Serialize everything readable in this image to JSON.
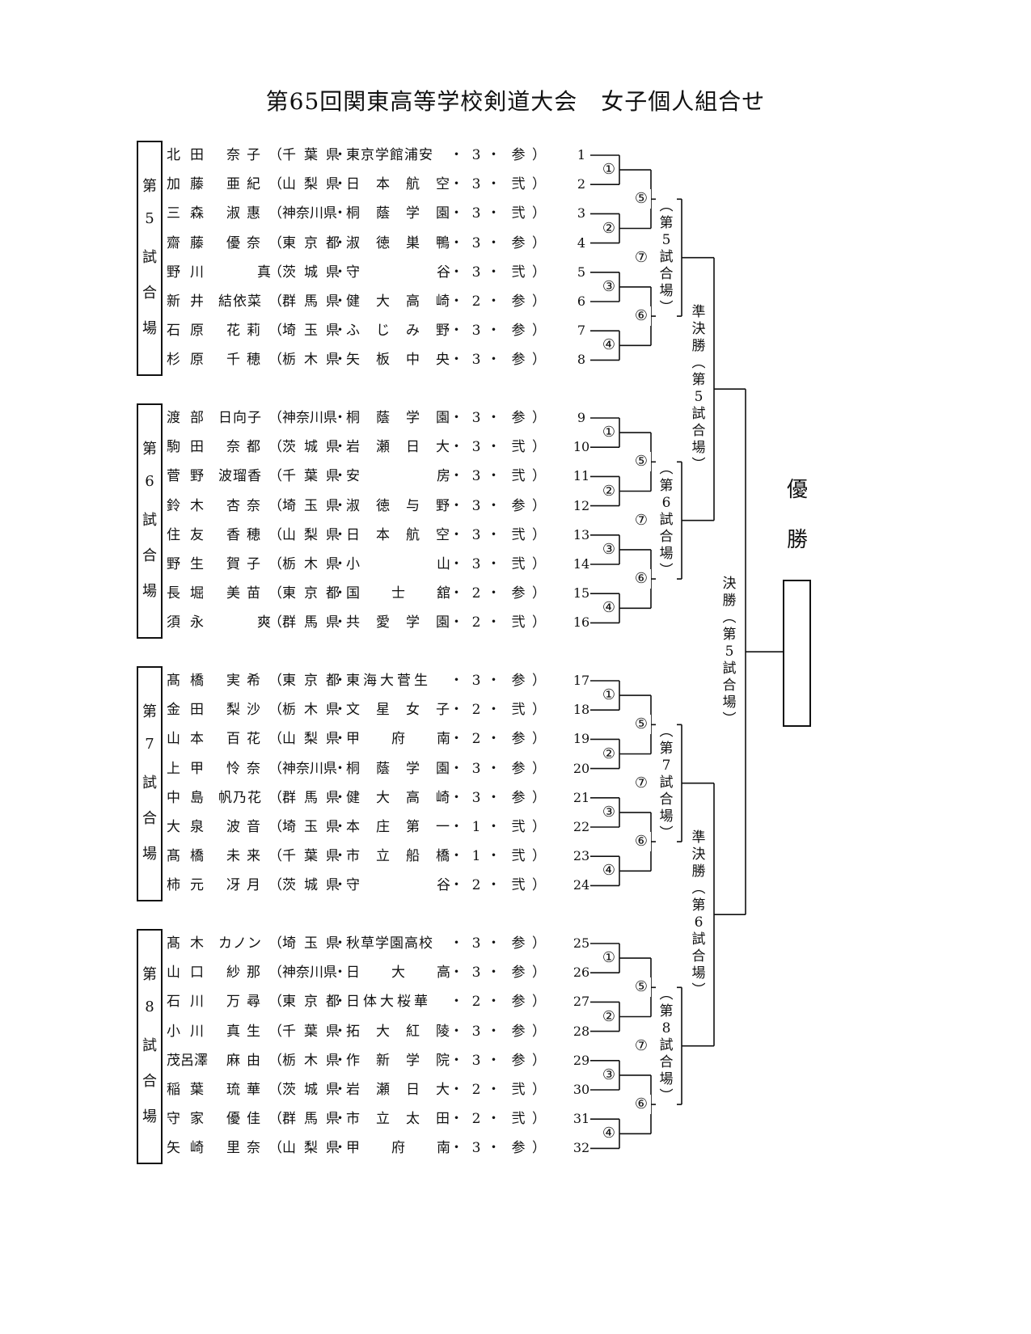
{
  "title": "第65回関東高等学校剣道大会　女子個人組合せ",
  "venues": [
    {
      "label": "第5試合場"
    },
    {
      "label": "第6試合場"
    },
    {
      "label": "第7試合場"
    },
    {
      "label": "第8試合場"
    }
  ],
  "players": [
    {
      "name": "北田　奈子",
      "pref": "千葉県",
      "school": "東京学館浦安",
      "grade": "3",
      "times": "参",
      "no": "1"
    },
    {
      "name": "加藤　亜紀",
      "pref": "山梨県",
      "school": "日本航空",
      "grade": "3",
      "times": "弐",
      "no": "2"
    },
    {
      "name": "三森　淑惠",
      "pref": "神奈川県",
      "school": "桐蔭学園",
      "grade": "3",
      "times": "弐",
      "no": "3"
    },
    {
      "name": "齋藤　優奈",
      "pref": "東京都",
      "school": "淑徳巣鴨",
      "grade": "3",
      "times": "参",
      "no": "4"
    },
    {
      "name": "野川　真",
      "pref": "茨城県",
      "school": "守谷",
      "grade": "3",
      "times": "弐",
      "no": "5"
    },
    {
      "name": "新井　結依菜",
      "pref": "群馬県",
      "school": "健大高崎",
      "grade": "2",
      "times": "参",
      "no": "6"
    },
    {
      "name": "石原　花莉",
      "pref": "埼玉県",
      "school": "ふじみ野",
      "grade": "3",
      "times": "参",
      "no": "7"
    },
    {
      "name": "杉原　千穂",
      "pref": "栃木県",
      "school": "矢板中央",
      "grade": "3",
      "times": "参",
      "no": "8"
    },
    {
      "name": "渡部　日向子",
      "pref": "神奈川県",
      "school": "桐蔭学園",
      "grade": "3",
      "times": "参",
      "no": "9"
    },
    {
      "name": "駒田　奈都",
      "pref": "茨城県",
      "school": "岩瀬日大",
      "grade": "3",
      "times": "弐",
      "no": "10"
    },
    {
      "name": "菅野　波瑠香",
      "pref": "千葉県",
      "school": "安房",
      "grade": "3",
      "times": "弐",
      "no": "11"
    },
    {
      "name": "鈴木　杏奈",
      "pref": "埼玉県",
      "school": "淑徳与野",
      "grade": "3",
      "times": "参",
      "no": "12"
    },
    {
      "name": "住友　香穂",
      "pref": "山梨県",
      "school": "日本航空",
      "grade": "3",
      "times": "弐",
      "no": "13"
    },
    {
      "name": "野生　賀子",
      "pref": "栃木県",
      "school": "小山",
      "grade": "3",
      "times": "弐",
      "no": "14"
    },
    {
      "name": "長堀　美苗",
      "pref": "東京都",
      "school": "国士舘",
      "grade": "2",
      "times": "参",
      "no": "15"
    },
    {
      "name": "須永　爽",
      "pref": "群馬県",
      "school": "共愛学園",
      "grade": "2",
      "times": "弐",
      "no": "16"
    },
    {
      "name": "髙橋　実希",
      "pref": "東京都",
      "school": "東海大菅生",
      "grade": "3",
      "times": "参",
      "no": "17"
    },
    {
      "name": "金田　梨沙",
      "pref": "栃木県",
      "school": "文星女子",
      "grade": "2",
      "times": "弐",
      "no": "18"
    },
    {
      "name": "山本　百花",
      "pref": "山梨県",
      "school": "甲府南",
      "grade": "2",
      "times": "参",
      "no": "19"
    },
    {
      "name": "上甲　怜奈",
      "pref": "神奈川県",
      "school": "桐蔭学園",
      "grade": "3",
      "times": "参",
      "no": "20"
    },
    {
      "name": "中島　帆乃花",
      "pref": "群馬県",
      "school": "健大高崎",
      "grade": "3",
      "times": "参",
      "no": "21"
    },
    {
      "name": "大泉　波音",
      "pref": "埼玉県",
      "school": "本庄第一",
      "grade": "1",
      "times": "弐",
      "no": "22"
    },
    {
      "name": "髙橋　未来",
      "pref": "千葉県",
      "school": "市立船橋",
      "grade": "1",
      "times": "弐",
      "no": "23"
    },
    {
      "name": "柿元　冴月",
      "pref": "茨城県",
      "school": "守谷",
      "grade": "2",
      "times": "弐",
      "no": "24"
    },
    {
      "name": "髙木　カノン",
      "pref": "埼玉県",
      "school": "秋草学園高校",
      "grade": "3",
      "times": "参",
      "no": "25"
    },
    {
      "name": "山口　紗那",
      "pref": "神奈川県",
      "school": "日大高",
      "grade": "3",
      "times": "参",
      "no": "26"
    },
    {
      "name": "石川　万尋",
      "pref": "東京都",
      "school": "日体大桜華",
      "grade": "2",
      "times": "参",
      "no": "27"
    },
    {
      "name": "小川　真生",
      "pref": "千葉県",
      "school": "拓大紅陵",
      "grade": "3",
      "times": "参",
      "no": "28"
    },
    {
      "name": "茂呂澤　麻由",
      "pref": "栃木県",
      "school": "作新学院",
      "grade": "3",
      "times": "参",
      "no": "29"
    },
    {
      "name": "稲葉　琉華",
      "pref": "茨城県",
      "school": "岩瀬日大",
      "grade": "2",
      "times": "弐",
      "no": "30"
    },
    {
      "name": "守家　優佳",
      "pref": "群馬県",
      "school": "市立太田",
      "grade": "2",
      "times": "弐",
      "no": "31"
    },
    {
      "name": "矢崎　里奈",
      "pref": "山梨県",
      "school": "甲府南",
      "grade": "3",
      "times": "参",
      "no": "32"
    }
  ],
  "match_marks": [
    "①",
    "②",
    "③",
    "④",
    "⑤",
    "⑥",
    "⑦"
  ],
  "venue_final_labels": [
    "（第5試合場）",
    "（第6試合場）",
    "（第7試合場）",
    "（第8試合場）"
  ],
  "semifinal_labels": [
    "準決勝（第5試合場）",
    "準決勝（第6試合場）"
  ],
  "final_label": "決勝（第5試合場）",
  "champion_label": "優勝",
  "champion_value": ""
}
